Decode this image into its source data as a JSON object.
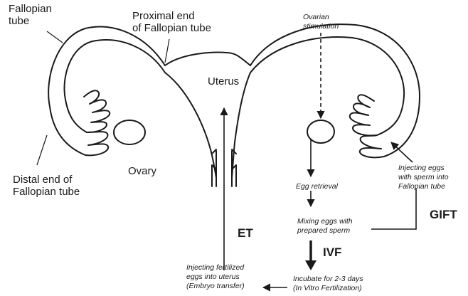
{
  "labels": {
    "fallopian_tube": [
      "Fallopian",
      "tube"
    ],
    "proximal_end": [
      "Proximal end",
      "of Fallopian tube"
    ],
    "uterus": "Uterus",
    "ovary": "Ovary",
    "distal_end": [
      "Distal end of",
      "Fallopian tube"
    ]
  },
  "annotations": {
    "ovarian_stimulation": [
      "Ovarian",
      "stimulation"
    ],
    "egg_retrieval": "Egg retrieval",
    "mixing": [
      "Mixing eggs with",
      "prepared sperm"
    ],
    "injecting_gift": [
      "Injecting eggs",
      "with sperm into",
      "Fallopian tube"
    ],
    "incubate": [
      "Incubate for 2-3 days",
      "(In Vitro Fertilization)"
    ],
    "injecting_et": [
      "Injecting fertilized",
      "eggs into uterus",
      "(Embryo transfer)"
    ]
  },
  "procedures": {
    "gift": "GIFT",
    "ivf": "IVF",
    "et": "ET"
  },
  "colors": {
    "ink": "#1a1a1a",
    "background": "#ffffff"
  }
}
